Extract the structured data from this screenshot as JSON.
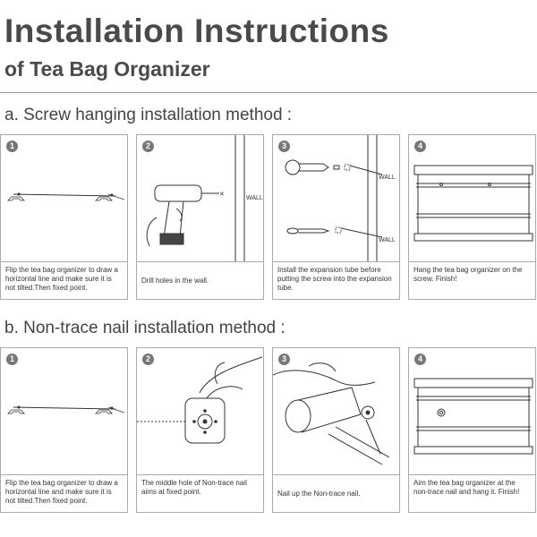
{
  "header": {
    "title": "Installation Instructions",
    "subtitle": "of Tea Bag Organizer"
  },
  "section_a": {
    "heading": "a. Screw hanging installation method :",
    "steps": [
      {
        "number": "1",
        "caption": "Flip the tea bag organizer to draw a horizontal line and make sure it is not tilted.Then fixed point."
      },
      {
        "number": "2",
        "caption": "Drill holes in the wall.",
        "label": "WALL"
      },
      {
        "number": "3",
        "caption": "Install the expansion tube before putting the screw into the expansion tube.",
        "label_top": "WALL",
        "label_bottom": "WALL"
      },
      {
        "number": "4",
        "caption": "Hang the tea bag organizer on the screw. Finish!"
      }
    ]
  },
  "section_b": {
    "heading": "b. Non-trace nail installation method :",
    "steps": [
      {
        "number": "1",
        "caption": "Flip the tea bag organizer to draw a horizontal line and make sure it is not tilted.Then fixed point."
      },
      {
        "number": "2",
        "caption": "The middle hole of Non-trace nail aims at fixed point."
      },
      {
        "number": "3",
        "caption": "Nail up the Non-trace nail."
      },
      {
        "number": "4",
        "caption": "Aim the tea bag organizer at the non-trace nail and hang it. Finish!"
      }
    ]
  }
}
